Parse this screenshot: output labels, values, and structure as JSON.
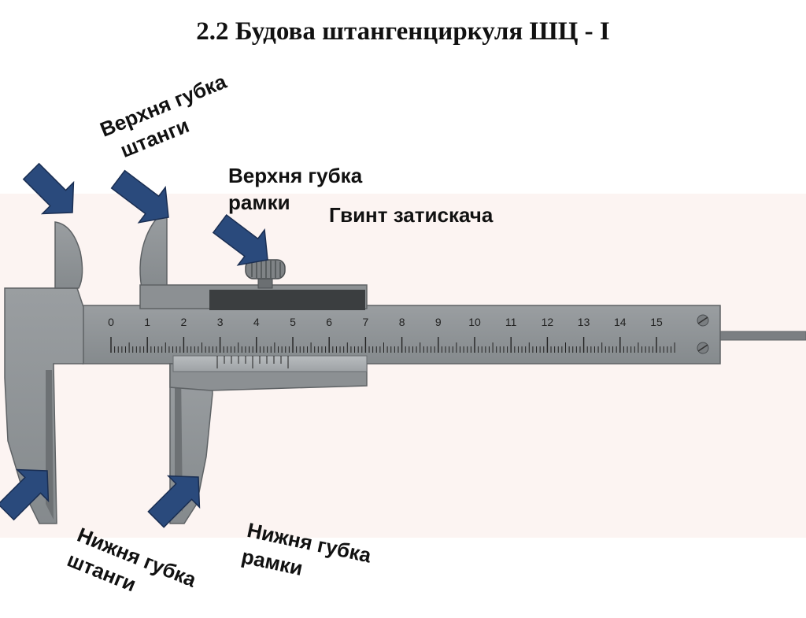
{
  "slide": {
    "title": "2.2 Будова штангенциркуля ШЦ - I"
  },
  "labels": {
    "upper_jaw_beam": [
      "Верхня губка",
      "штанги"
    ],
    "upper_jaw_frame": [
      "Верхня губка",
      "рамки"
    ],
    "clamp_screw": [
      "Гвинт затискача"
    ],
    "lower_jaw_beam": [
      "Нижня губка",
      "штанги"
    ],
    "lower_jaw_frame": [
      "Нижня губка",
      "рамки"
    ]
  },
  "scale": {
    "numbers": [
      "0",
      "1",
      "2",
      "3",
      "4",
      "5",
      "6",
      "7",
      "8",
      "9",
      "10",
      "11",
      "12",
      "13",
      "14",
      "15"
    ]
  },
  "colors": {
    "arrow_fill": "#2a4a7c",
    "metal": "#8f9396",
    "metal_dark": "#6d7174",
    "background": "#fcf4f2"
  }
}
